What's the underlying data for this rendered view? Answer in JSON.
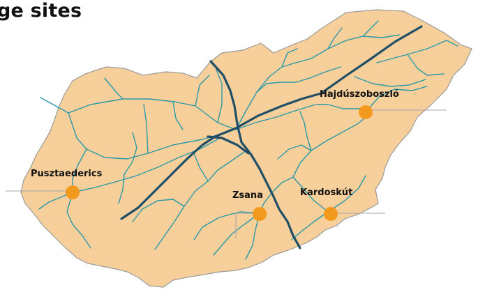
{
  "title": "ge sites",
  "colors": {
    "country_fill": "#f7cf9a",
    "border": "#9a9a9a",
    "pipeline_main": "#1f4e66",
    "pipeline_branch": "#2a99a8",
    "site_marker": "#f39a1e",
    "leader_line": "#a6a6a6"
  },
  "sites": [
    {
      "name": "Hajdúszoboszló",
      "marker_icon": "storage-site-dot"
    },
    {
      "name": "Pusztaederics",
      "marker_icon": "storage-site-dot"
    },
    {
      "name": "Zsana",
      "marker_icon": "storage-site-dot"
    },
    {
      "name": "Kardoskút",
      "marker_icon": "storage-site-dot"
    }
  ]
}
